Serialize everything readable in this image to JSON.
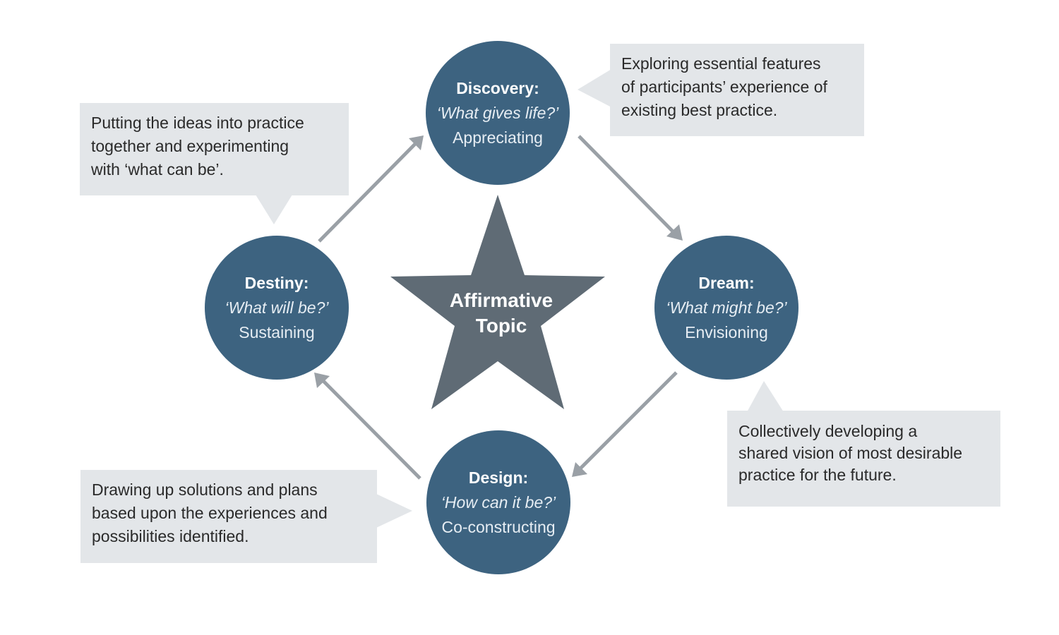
{
  "center": {
    "line1": "Affirmative",
    "line2": "Topic"
  },
  "stages": {
    "discovery": {
      "name": "Discovery:",
      "question": "‘What gives life?’",
      "verb": "Appreciating"
    },
    "dream": {
      "name": "Dream:",
      "question": "‘What might be?’",
      "verb": "Envisioning"
    },
    "design": {
      "name": "Design:",
      "question": "‘How can it be?’",
      "verb": "Co-constructing"
    },
    "destiny": {
      "name": "Destiny:",
      "question": "‘What will be?’",
      "verb": "Sustaining"
    }
  },
  "callouts": {
    "discovery": "Exploring essential features\nof participants’ experience of\nexisting best practice.",
    "dream": "Collectively developing a\nshared vision of most desirable\npractice for the future.",
    "design": "Drawing up solutions and plans\nbased upon the experiences and\npossibilities identified.",
    "destiny": "Putting the ideas into practice\ntogether and experimenting\nwith ‘what can be’."
  },
  "colors": {
    "circle": "#3d6380",
    "star": "#5f6b75",
    "arrow": "#9aa0a6",
    "callout_bg": "#e3e6e9"
  }
}
